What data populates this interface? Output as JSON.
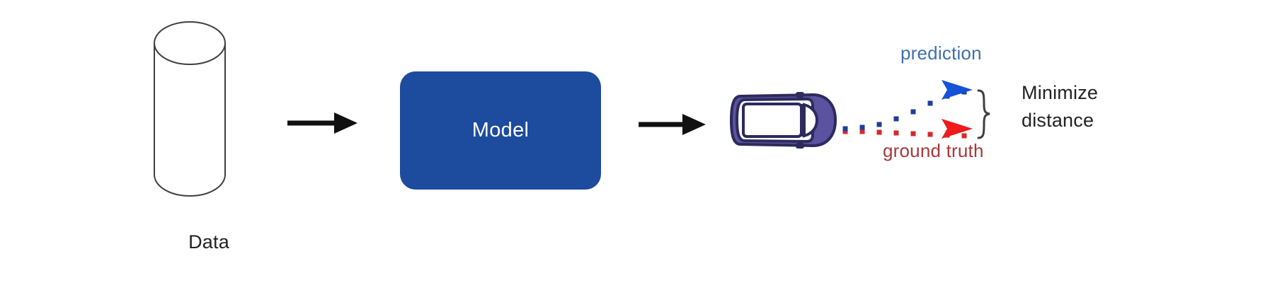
{
  "diagram": {
    "title": "Model training loss diagram",
    "background_color": "#ffffff",
    "data_source": {
      "icon": "database-cylinder-icon",
      "label": "Data",
      "stroke_color": "#3f3f3f",
      "fill_color": "#ffffff"
    },
    "arrows": [
      {
        "name": "arrow-data-to-model",
        "label": "",
        "color": "#111111"
      },
      {
        "name": "arrow-model-to-car",
        "label": "",
        "color": "#111111"
      }
    ],
    "model": {
      "label": "Model",
      "fill_color": "#1d4b9e",
      "text_color": "#ffffff"
    },
    "vehicle": {
      "icon": "car-top-view-icon",
      "outline_color": "#2e2a5e",
      "body_fill_color": "#5b53a0"
    },
    "trajectories": [
      {
        "name": "prediction",
        "label": "prediction",
        "label_color": "#3f6fae",
        "marker_color": "#1b3f9c",
        "arrowhead_color": "#1452d8",
        "style": "dotted",
        "points": [
          [
            14,
            82
          ],
          [
            38,
            80
          ],
          [
            62,
            76
          ],
          [
            86,
            68
          ],
          [
            110,
            58
          ],
          [
            134,
            46
          ],
          [
            158,
            36
          ],
          [
            182,
            30
          ]
        ]
      },
      {
        "name": "ground_truth",
        "label": "ground truth",
        "label_color": "#a8383a",
        "marker_color": "#d42a2a",
        "arrowhead_color": "#ef1a1a",
        "style": "dotted",
        "points": [
          [
            14,
            86
          ],
          [
            38,
            86
          ],
          [
            62,
            87
          ],
          [
            86,
            88
          ],
          [
            110,
            89
          ],
          [
            134,
            90
          ],
          [
            158,
            91
          ],
          [
            182,
            92
          ]
        ]
      }
    ],
    "brace": {
      "name": "right-curly-brace",
      "color": "#3f3f3f"
    },
    "objective": {
      "line1": "Minimize",
      "line2": "distance",
      "text_color": "#222222"
    }
  }
}
